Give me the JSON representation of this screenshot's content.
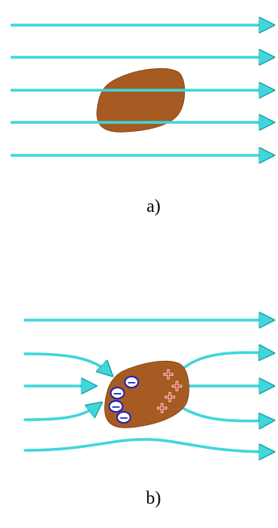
{
  "figure": {
    "panel_a": {
      "label": "a)"
    },
    "panel_b": {
      "label": "b)",
      "left_charge_symbol": "−",
      "right_charge_symbol": "+",
      "negative_charge_count": 4,
      "positive_charge_count": 4
    }
  },
  "colors": {
    "field_line_fill": "#3fd6dc",
    "field_line_edge": "#1b9fa6",
    "body_fill": "#a65b22",
    "body_edge": "#8a4818",
    "negative_fill": "#ffffff",
    "negative_ring": "#1e22b4",
    "negative_sign": "#1e22b4",
    "positive_sign": "#e01e1e"
  },
  "icons": {
    "field_arrow": "arrow-right-icon",
    "negative_charge": "minus-sign-icon",
    "positive_charge": "plus-sign-icon"
  }
}
